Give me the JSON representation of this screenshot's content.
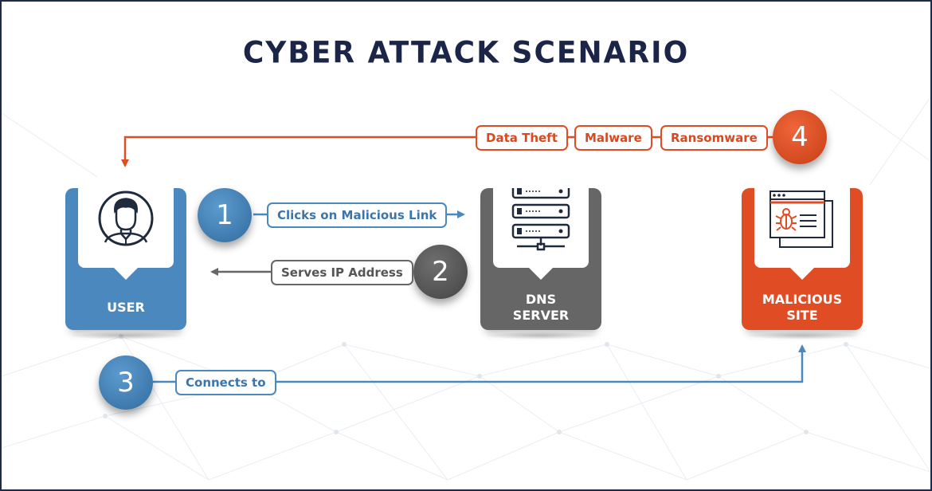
{
  "title": "CYBER ATTACK SCENARIO",
  "nodes": {
    "user": {
      "label": "USER",
      "icon": "user-icon",
      "color": "#4a88bd"
    },
    "dns": {
      "label_line1": "DNS",
      "label_line2": "SERVER",
      "icon": "server-rack-icon",
      "color": "#666666"
    },
    "malicious": {
      "label_line1": "MALICIOUS",
      "label_line2": "SITE",
      "icon": "bug-window-icon",
      "color": "#e04d24"
    }
  },
  "steps": [
    {
      "number": "1",
      "label": "Clicks on Malicious Link",
      "color": "#4a88bd"
    },
    {
      "number": "2",
      "label": "Serves IP Address",
      "color": "#666666"
    },
    {
      "number": "3",
      "label": "Connects to",
      "color": "#4a88bd"
    },
    {
      "number": "4",
      "labels": [
        "Data Theft",
        "Malware",
        "Ransomware"
      ],
      "color": "#e04d24"
    }
  ],
  "colors": {
    "title": "#1b2547",
    "blue": "#4a88bd",
    "gray": "#666666",
    "red": "#e04d24"
  }
}
